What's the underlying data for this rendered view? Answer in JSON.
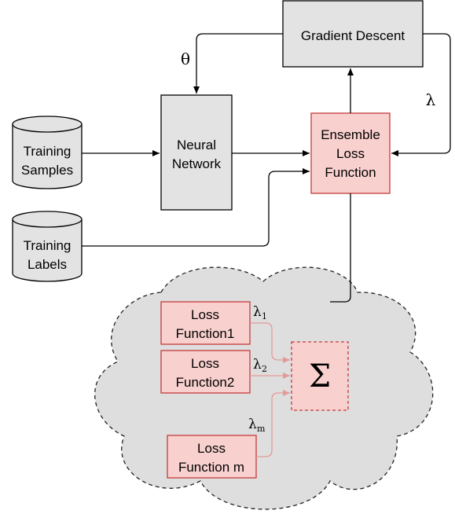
{
  "nodes": {
    "gradient_descent": "Gradient Descent",
    "neural_network": [
      "Neural",
      "Network"
    ],
    "ensemble_loss": [
      "Ensemble",
      "Loss",
      "Function"
    ],
    "training_samples": [
      "Training",
      "Samples"
    ],
    "training_labels": [
      "Training",
      "Labels"
    ],
    "loss1": [
      "Loss",
      "Function1"
    ],
    "loss2": [
      "Loss",
      "Function2"
    ],
    "lossm": [
      "Loss",
      "Function m"
    ],
    "sum": "Σ"
  },
  "edge_labels": {
    "theta": "θ",
    "lambda": "λ",
    "lambda1": "λ",
    "lambda1_sub": "1",
    "lambda2": "λ",
    "lambda2_sub": "2",
    "lambdam": "λ",
    "lambdam_sub": "m"
  },
  "colors": {
    "box_gray": "#e3e3e3",
    "box_pink": "#f8d0ce",
    "pink_border": "#c53a3a",
    "pink_arrow": "#e49a98",
    "cloud": "#dedede"
  }
}
